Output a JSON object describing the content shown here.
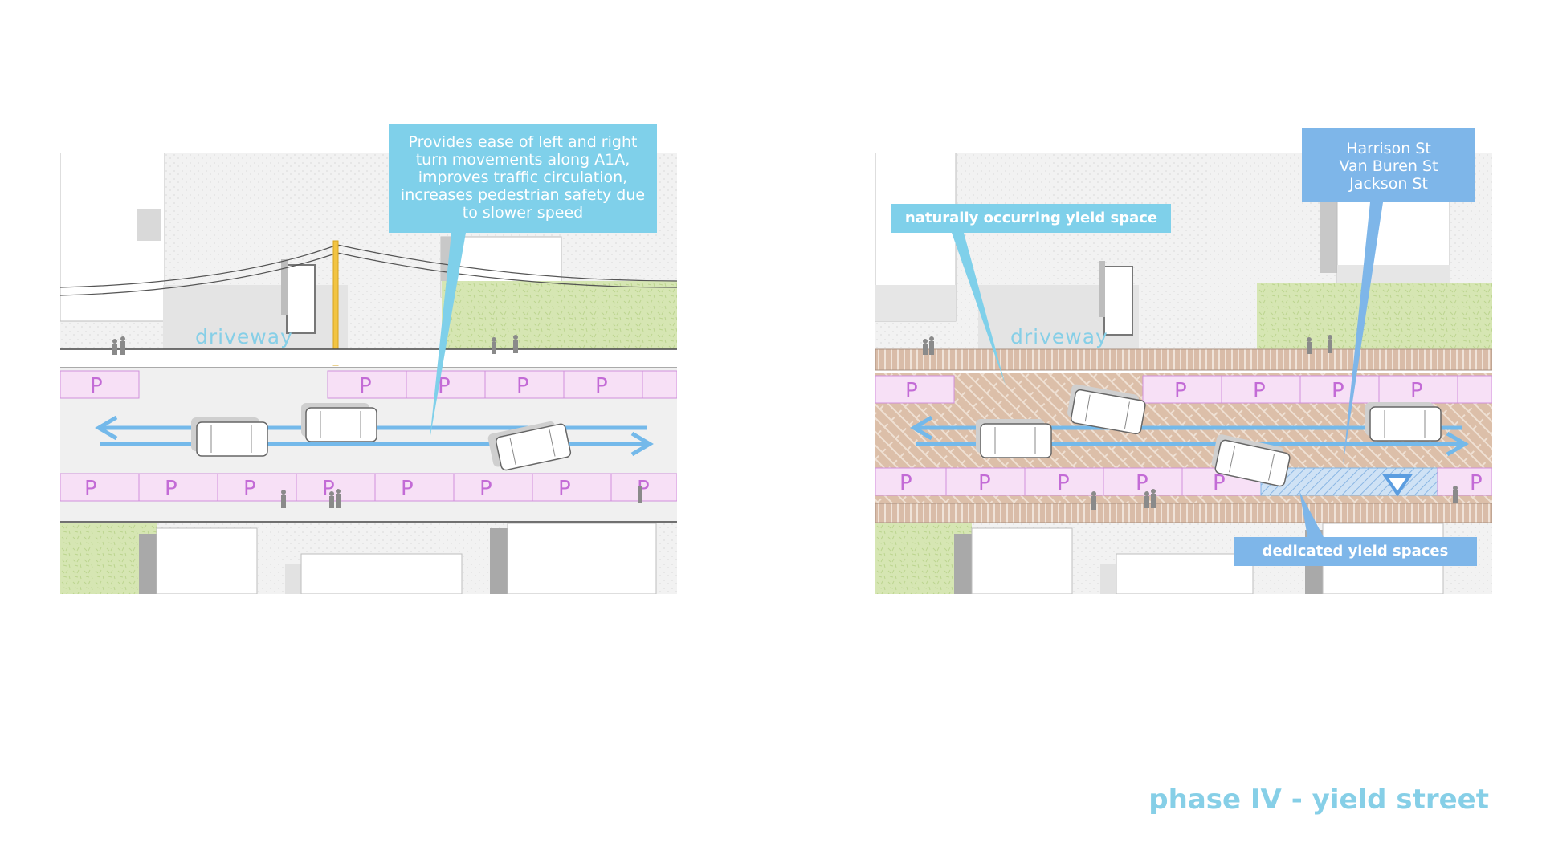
{
  "left_panel": {
    "driveway_label": "driveway",
    "callout_text": "Provides ease of left and right turn movements along A1A, improves traffic circulation, increases pedestrian safety due to slower speed",
    "parking_label": "P"
  },
  "right_panel": {
    "driveway_label": "driveway",
    "natural_yield_label": "naturally occurring yield space",
    "streets_label": "Harrison St\nVan  Buren St\nJackson St",
    "dedicated_yield_label": "dedicated yield spaces",
    "parking_label": "P"
  },
  "title": "phase IV - yield street",
  "colors": {
    "callout_cyan": "#7fd0ea",
    "callout_blue": "#7eb6e9",
    "parking_pink": "#f7e0f6",
    "parking_text": "#c36bd6",
    "arrow_blue": "#74b9ea",
    "grass_green": "#d6e6b3",
    "paver_tan": "#d9bca8",
    "utility_pole": "#f2c443"
  }
}
